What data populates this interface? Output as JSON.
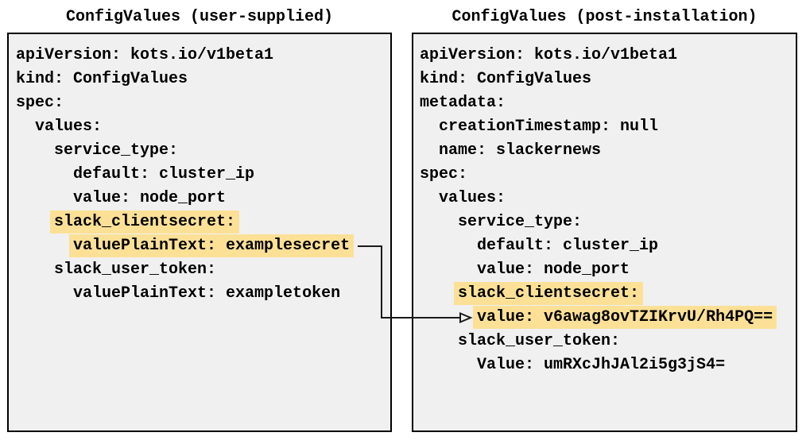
{
  "panels": [
    {
      "id": "user-supplied",
      "title": "ConfigValues (user-supplied)",
      "lines": [
        {
          "indent": 0,
          "text": "apiVersion: kots.io/v1beta1",
          "highlight": false
        },
        {
          "indent": 0,
          "text": "kind: ConfigValues",
          "highlight": false
        },
        {
          "indent": 0,
          "text": "spec:",
          "highlight": false
        },
        {
          "indent": 2,
          "text": "values:",
          "highlight": false
        },
        {
          "indent": 4,
          "text": "service_type:",
          "highlight": false
        },
        {
          "indent": 6,
          "text": "default: cluster_ip",
          "highlight": false
        },
        {
          "indent": 6,
          "text": "value: node_port",
          "highlight": false
        },
        {
          "indent": 4,
          "text": "slack_clientsecret:",
          "highlight": true
        },
        {
          "indent": 6,
          "text": "valuePlainText: examplesecret",
          "highlight": true
        },
        {
          "indent": 4,
          "text": "slack_user_token:",
          "highlight": false
        },
        {
          "indent": 6,
          "text": "valuePlainText: exampletoken",
          "highlight": false
        }
      ]
    },
    {
      "id": "post-installation",
      "title": "ConfigValues (post-installation)",
      "lines": [
        {
          "indent": 0,
          "text": "apiVersion: kots.io/v1beta1",
          "highlight": false
        },
        {
          "indent": 0,
          "text": "kind: ConfigValues",
          "highlight": false
        },
        {
          "indent": 0,
          "text": "metadata:",
          "highlight": false
        },
        {
          "indent": 2,
          "text": "creationTimestamp: null",
          "highlight": false
        },
        {
          "indent": 2,
          "text": "name: slackernews",
          "highlight": false
        },
        {
          "indent": 0,
          "text": "spec:",
          "highlight": false
        },
        {
          "indent": 2,
          "text": "values:",
          "highlight": false
        },
        {
          "indent": 4,
          "text": "service_type:",
          "highlight": false
        },
        {
          "indent": 6,
          "text": "default: cluster_ip",
          "highlight": false
        },
        {
          "indent": 6,
          "text": "value: node_port",
          "highlight": false
        },
        {
          "indent": 4,
          "text": "slack_clientsecret:",
          "highlight": true
        },
        {
          "indent": 6,
          "text": "value: v6awag8ovTZIKrvU/Rh4PQ==",
          "highlight": true
        },
        {
          "indent": 4,
          "text": "slack_user_token:",
          "highlight": false
        },
        {
          "indent": 6,
          "text": "Value: umRXcJhJAl2i5g3jS4=",
          "highlight": false
        }
      ]
    }
  ],
  "arrow": {
    "from_text": "valuePlainText: examplesecret",
    "to_text": "value: v6awag8ovTZIKrvU/Rh4PQ=="
  },
  "colors": {
    "highlight": "#fbe096",
    "panel_bg": "#f0f0f0",
    "border": "#000000",
    "text": "#000000",
    "arrow": "#1a1a1a"
  }
}
